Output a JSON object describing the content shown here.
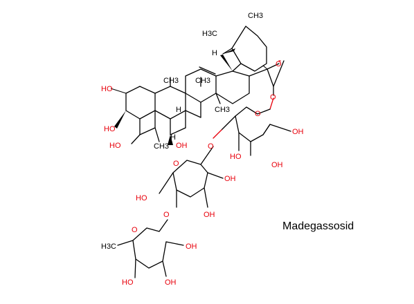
{
  "compound_name": "Madegassosid",
  "colors": {
    "heteroatom": "#e8000b",
    "carbon": "#000000"
  },
  "atom_labels": {
    "ch3_top": "CH3",
    "h3c_top": "H3C",
    "h_top": "H",
    "ch3_a": "CH3",
    "ch3_b": "CH3",
    "ch3_c": "CH3",
    "h_mid1": "H",
    "h_mid2": "H",
    "ho_1": "HO",
    "ho_2": "HO",
    "ho_3": "HO",
    "ch3_d": "CH3",
    "oh_1": "OH",
    "o_ester": "O",
    "o_carbonyl": "O",
    "o_ring1": "O",
    "oh_g1a": "OH",
    "ho_g1b": "HO",
    "oh_g1c": "OH",
    "o_link1": "O",
    "o_ring2": "O",
    "oh_g2a": "OH",
    "ho_g2b": "HO",
    "oh_g2c": "OH",
    "o_link2": "O",
    "o_ring3": "O",
    "h3c_rha": "H3C",
    "oh_r1": "OH",
    "ho_r2": "HO",
    "oh_r3": "OH"
  }
}
